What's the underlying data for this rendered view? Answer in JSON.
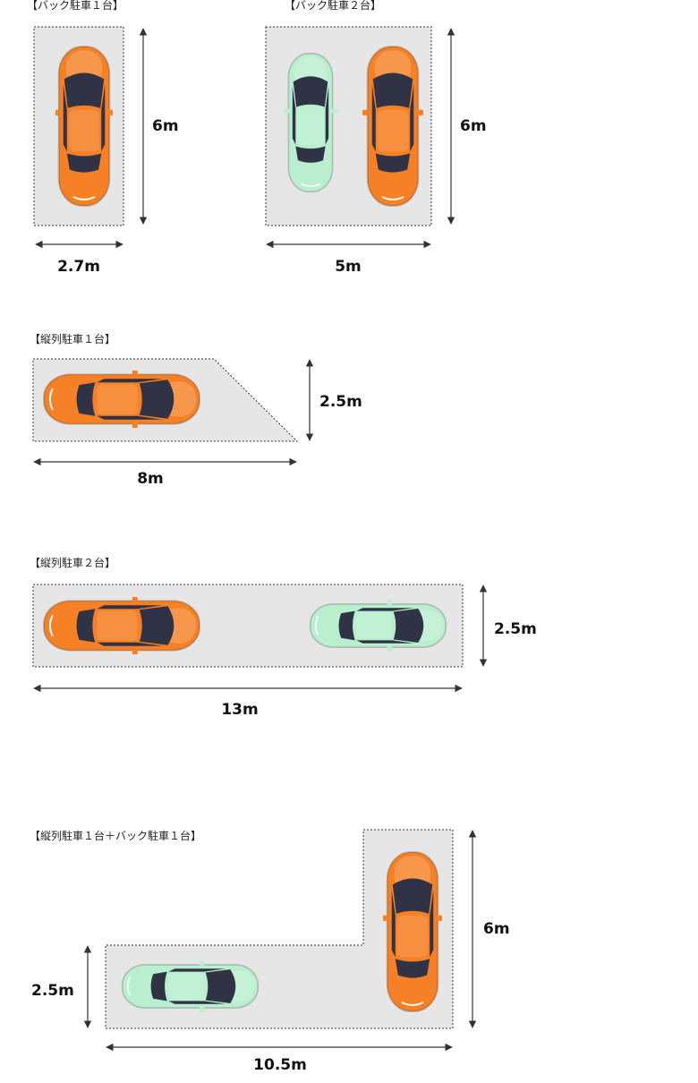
{
  "sections": [
    {
      "id": "back1",
      "caption": "【バック駐車１台】",
      "width_label": "2.7m",
      "height_label": "6m"
    },
    {
      "id": "back2",
      "caption": "【バック駐車２台】",
      "width_label": "5m",
      "height_label": "6m"
    },
    {
      "id": "parallel1",
      "caption": "【縦列駐車１台】",
      "width_label": "8m",
      "height_label": "2.5m"
    },
    {
      "id": "parallel2",
      "caption": "【縦列駐車２台】",
      "width_label": "13m",
      "height_label": "2.5m"
    },
    {
      "id": "combo",
      "caption": "【縦列駐車１台＋バック駐車１台】",
      "width_label": "10.5m",
      "height_label_left": "2.5m",
      "height_label_right": "6m"
    }
  ],
  "colors": {
    "orange_car": "#f58025",
    "green_car": "#b9efcf",
    "lot": "#e6e6e6",
    "glass": "#2f3345"
  }
}
